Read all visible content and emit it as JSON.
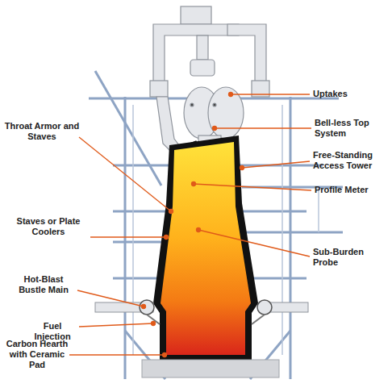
{
  "diagram": {
    "labels": [
      "Uptakes",
      "Bell-less Top System",
      "Throat Armor and Staves",
      "Free-Standing Access Tower",
      "Profile Meter",
      "Staves or Plate Coolers",
      "Sub-Burden Probe",
      "Hot-Blast Bustle Main",
      "Fuel Injection",
      "Carbon Hearth with Ceramic Pad"
    ]
  }
}
